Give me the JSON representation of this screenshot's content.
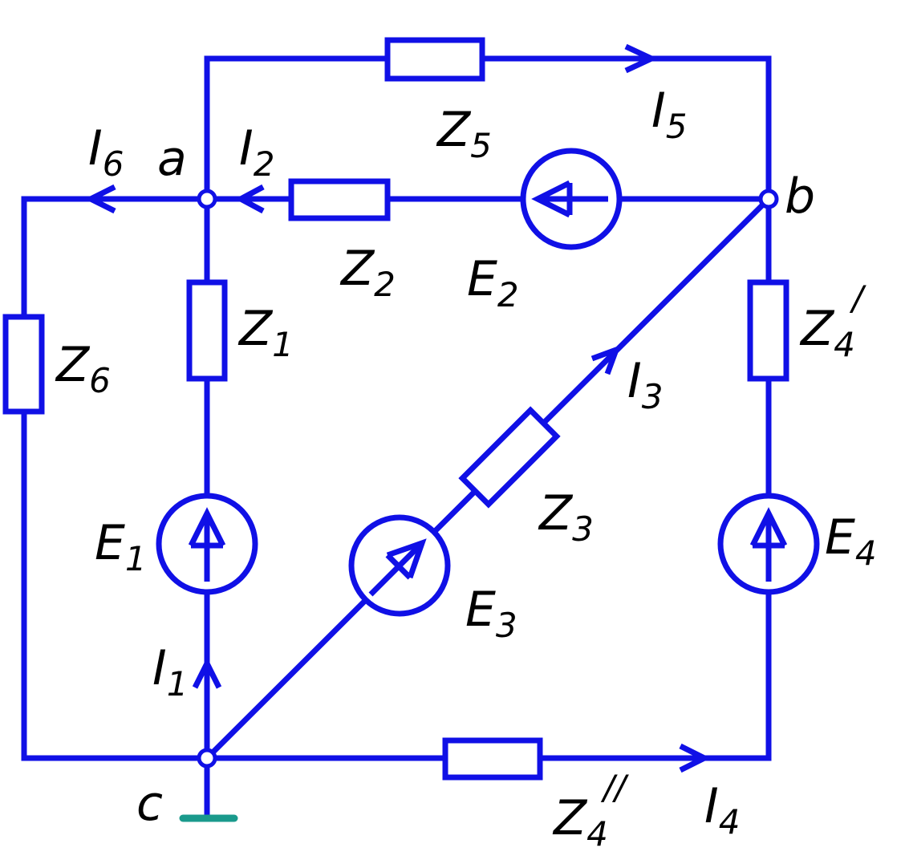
{
  "colors": {
    "wire": "#1010e6",
    "ground": "#1a9a8c",
    "label": "#000000",
    "background": "#ffffff"
  },
  "nodes": {
    "a": "a",
    "b": "b",
    "c": "c"
  },
  "impedances": {
    "z1": {
      "main": "Z",
      "sub": "1"
    },
    "z2": {
      "main": "Z",
      "sub": "2"
    },
    "z3": {
      "main": "Z",
      "sub": "3"
    },
    "z4a": {
      "main": "Z",
      "sub": "4",
      "sup": "/"
    },
    "z4b": {
      "main": "Z",
      "sub": "4",
      "sup": "//"
    },
    "z5": {
      "main": "Z",
      "sub": "5"
    },
    "z6": {
      "main": "Z",
      "sub": "6"
    }
  },
  "sources": {
    "e1": {
      "main": "E",
      "sub": "1"
    },
    "e2": {
      "main": "E",
      "sub": "2"
    },
    "e3": {
      "main": "E",
      "sub": "3"
    },
    "e4": {
      "main": "E",
      "sub": "4"
    }
  },
  "currents": {
    "i1": {
      "main": "I",
      "sub": "1"
    },
    "i2": {
      "main": "I",
      "sub": "2"
    },
    "i3": {
      "main": "I",
      "sub": "3"
    },
    "i4": {
      "main": "I",
      "sub": "4"
    },
    "i5": {
      "main": "I",
      "sub": "5"
    },
    "i6": {
      "main": "I",
      "sub": "6"
    }
  }
}
